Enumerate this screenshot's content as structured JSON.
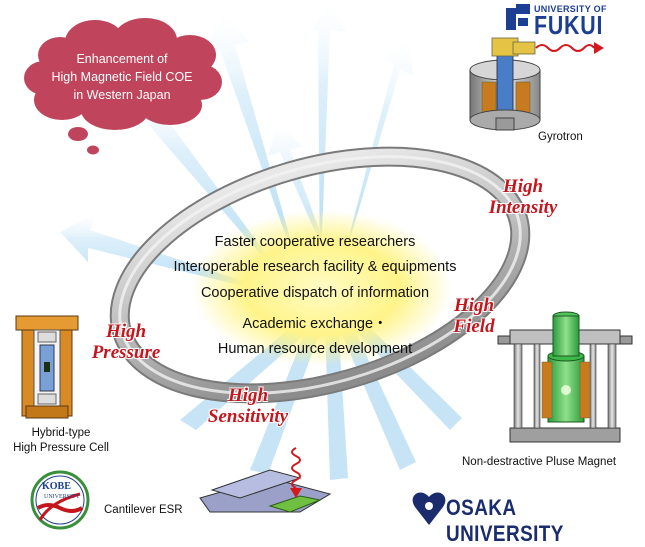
{
  "cloud": {
    "lines": [
      "Enhancement of",
      "High Magnetic Field COE",
      "in Western Japan"
    ]
  },
  "center": {
    "lines": [
      "Faster cooperative researchers",
      "Interoperable research facility & equipments",
      "Cooperative dispatch of information",
      "Academic exchange・",
      "Human resource development"
    ]
  },
  "ring_labels": {
    "high_intensity": [
      "High",
      "Intensity"
    ],
    "high_field": [
      "High",
      "Field"
    ],
    "high_pressure": [
      "High",
      "Pressure"
    ],
    "high_sensitivity": [
      "High",
      "Sensitivity"
    ]
  },
  "captions": {
    "gyrotron": "Gyrotron",
    "pressure_cell": [
      "Hybrid-type",
      "High Pressure Cell"
    ],
    "magnet": "Non-destractive Pluse Magnet",
    "esr": "Cantilever ESR"
  },
  "logos": {
    "fukui_top": "UNIVERSITY OF",
    "fukui_main": "FUKUI",
    "kobe_main": "KOBE",
    "kobe_sub": "UNIVERSITY",
    "osaka": "OSAKA UNIVERSITY"
  },
  "colors": {
    "label_red": "#c4161c",
    "cloud_fill": "#c0455c",
    "ring_grey": "#a9a9a9",
    "center_yellow": "#fff79a",
    "arrow_blue": "#a9d7f0",
    "fukui_blue": "#1c3f94",
    "osaka_navy": "#1a2c6e"
  }
}
